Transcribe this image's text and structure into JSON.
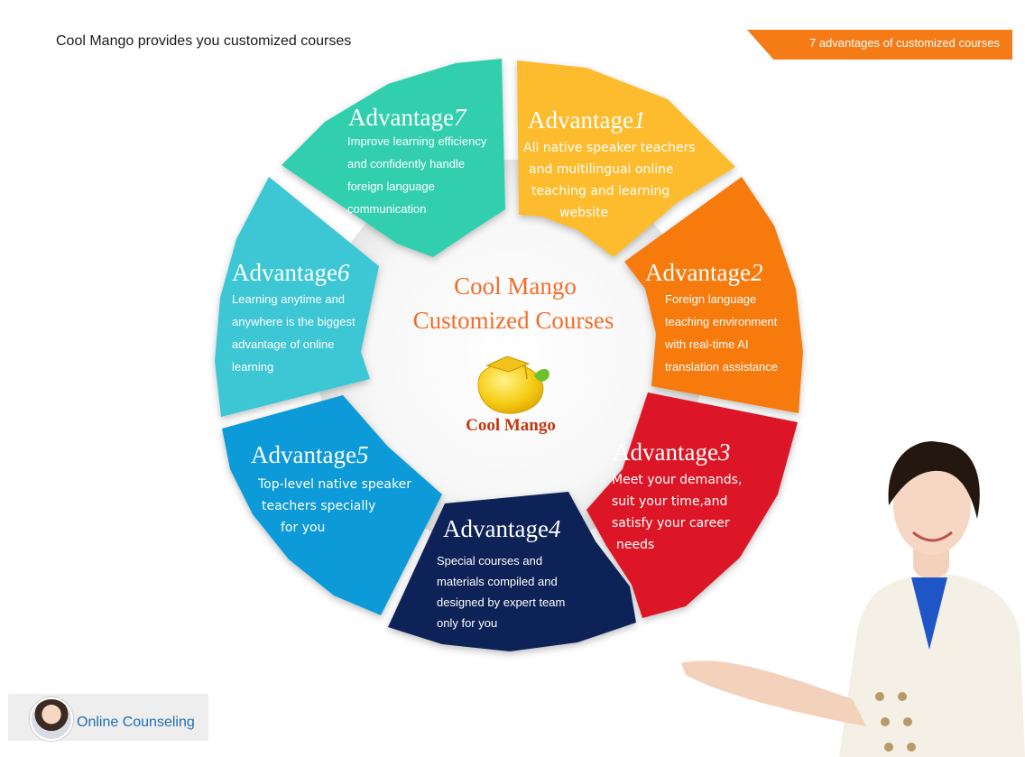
{
  "header": {
    "title": "Cool Mango provides you customized courses",
    "ribbon_label": "7 advantages of customized courses"
  },
  "center": {
    "line1": "Cool Mango",
    "line2": "Customized Courses",
    "logo_text": "Cool Mango"
  },
  "advantages": [
    {
      "title": "Advantage",
      "number": "1",
      "color": "#fdbb2f",
      "lines": [
        "All native speaker teachers",
        "and multilingual online",
        "teaching and learning",
        "website"
      ]
    },
    {
      "title": "Advantage",
      "number": "2",
      "color": "#f77a0e",
      "lines": [
        "Foreign language",
        "teaching environment",
        "with real-time AI",
        "translation assistance"
      ]
    },
    {
      "title": "Advantage",
      "number": "3",
      "color": "#dc1626",
      "lines": [
        "Meet your demands,",
        "suit your time,and",
        "satisfy your career",
        "needs"
      ]
    },
    {
      "title": "Advantage",
      "number": "4",
      "color": "#0f2257",
      "lines": [
        "Special courses and",
        "materials compiled and",
        "designed by expert team",
        "only for you"
      ]
    },
    {
      "title": "Advantage",
      "number": "5",
      "color": "#0f9ad8",
      "lines": [
        "Top-level native speaker",
        "teachers specially",
        "for you"
      ]
    },
    {
      "title": "Advantage",
      "number": "6",
      "color": "#3ec6d4",
      "lines": [
        "Learning anytime and",
        "anywhere is the biggest",
        "advantage of online",
        "learning"
      ]
    },
    {
      "title": "Advantage",
      "number": "7",
      "color": "#33cfae",
      "lines": [
        "Improve learning efficiency",
        "and confidently handle",
        "foreign language",
        "communication"
      ]
    }
  ],
  "counseling": {
    "label": "Online Counseling"
  }
}
